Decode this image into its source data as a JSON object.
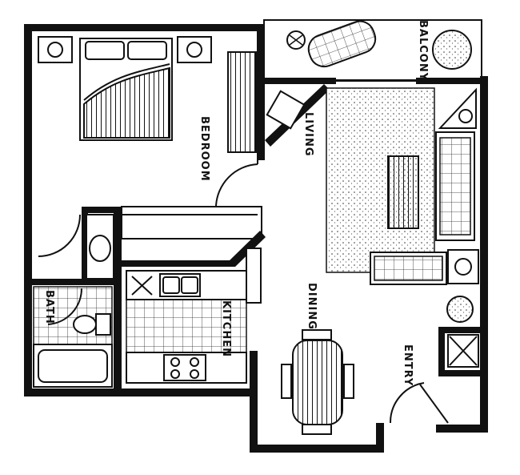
{
  "floor_plan": {
    "rooms": {
      "bedroom": "BEDROOM",
      "balcony": "BALCONY",
      "living": "LIVING",
      "dining": "DINING",
      "kitchen": "KITCHEN",
      "bath": "BATH",
      "entry": "ENTRY"
    }
  }
}
